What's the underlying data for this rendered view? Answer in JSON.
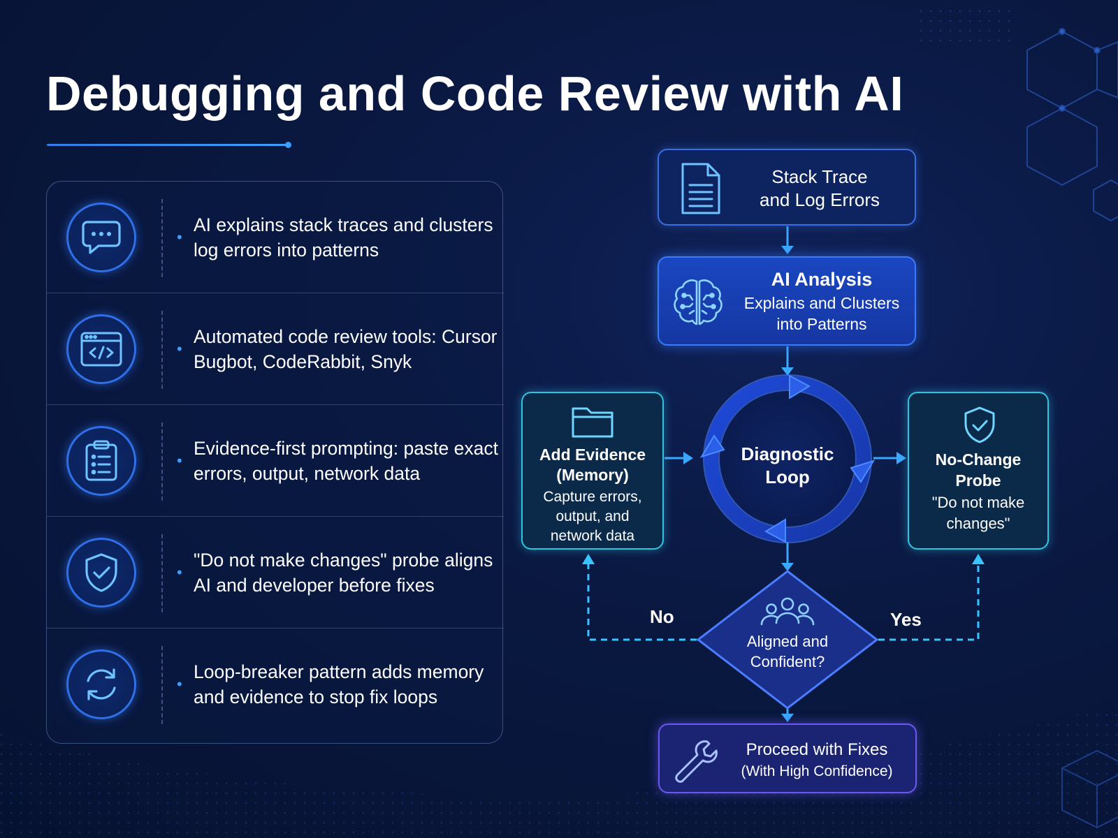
{
  "title": "Debugging and Code Review with AI",
  "features": [
    {
      "icon": "chat-bubble-icon",
      "text": "AI explains stack traces and clusters log errors into patterns"
    },
    {
      "icon": "code-window-icon",
      "text": "Automated code review tools: Cursor Bugbot, CodeRabbit, Snyk"
    },
    {
      "icon": "clipboard-list-icon",
      "text": "Evidence-first prompting: paste exact errors, output, network data"
    },
    {
      "icon": "shield-check-icon",
      "text": "\"Do not make changes\" probe aligns AI and developer before fixes"
    },
    {
      "icon": "refresh-cycle-icon",
      "text": "Loop-breaker pattern adds memory and evidence to stop fix loops"
    }
  ],
  "flow": {
    "stack": {
      "line1": "Stack Trace",
      "line2": "and Log Errors",
      "icon": "document-icon"
    },
    "ai": {
      "title": "AI Analysis",
      "line1": "Explains and Clusters",
      "line2": "into Patterns",
      "icon": "brain-circuit-icon"
    },
    "loop": {
      "line1": "Diagnostic",
      "line2": "Loop"
    },
    "evidence": {
      "title1": "Add Evidence",
      "title2": "(Memory)",
      "line1": "Capture errors,",
      "line2": "output, and",
      "line3": "network data",
      "icon": "folder-icon"
    },
    "probe": {
      "title1": "No-Change",
      "title2": "Probe",
      "line1": "\"Do not make",
      "line2": "changes\"",
      "icon": "shield-check-icon"
    },
    "decision": {
      "line1": "Aligned and",
      "line2": "Confident?",
      "icon": "people-group-icon"
    },
    "no_label": "No",
    "yes_label": "Yes",
    "proceed": {
      "line1": "Proceed with Fixes",
      "line2": "(With High Confidence)",
      "icon": "wrench-icon"
    }
  },
  "colors": {
    "background": "#0a1942",
    "accent_blue": "#3a7aff",
    "accent_cyan": "#2fc4e0",
    "accent_violet": "#6a58f0"
  }
}
